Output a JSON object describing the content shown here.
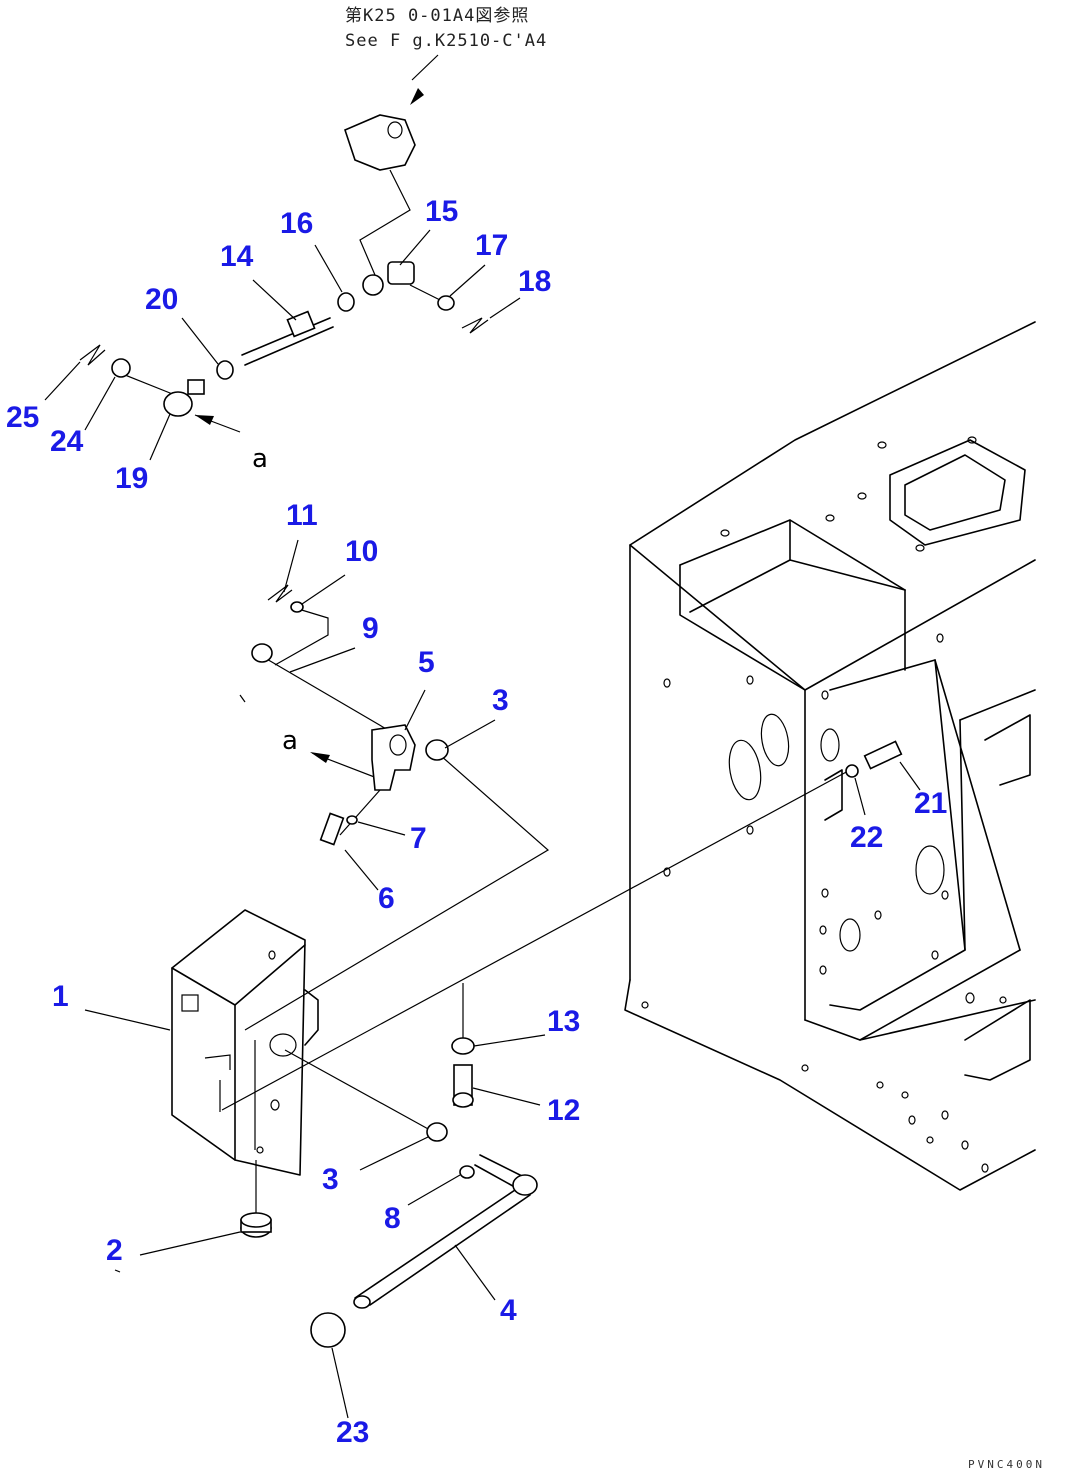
{
  "reference": {
    "line1": "第K25 0-01A4図参照",
    "line2": "See F g.K2510-C'A4"
  },
  "view_marks": [
    "a",
    "a"
  ],
  "drawing_code": "PVNC400N",
  "callouts": [
    "1",
    "2",
    "3",
    "3",
    "4",
    "5",
    "6",
    "7",
    "8",
    "9",
    "10",
    "11",
    "12",
    "13",
    "14",
    "15",
    "16",
    "17",
    "18",
    "19",
    "20",
    "21",
    "22",
    "23",
    "24",
    "25"
  ]
}
